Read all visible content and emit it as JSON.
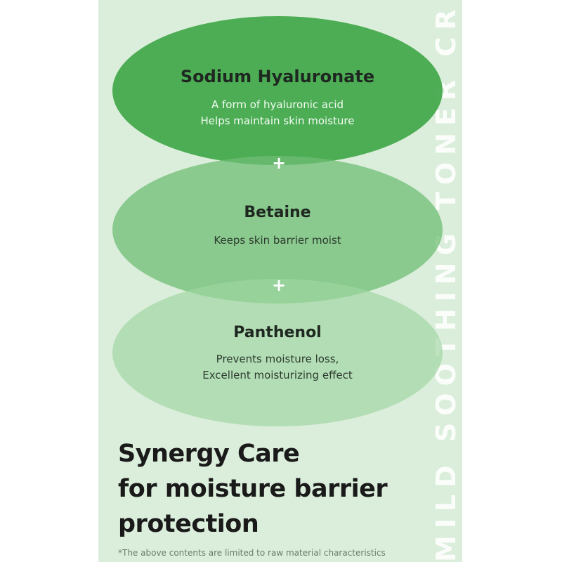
{
  "side_text": "MILD SOOTHING TONER CREAM OF SOOTHING TONER",
  "ingredients": [
    {
      "name": "Sodium Hyaluronate",
      "desc1": "A form of hyaluronic acid",
      "desc2": "Helps maintain skin moisture"
    },
    {
      "name": "Betaine",
      "desc1": "Keeps skin barrier moist"
    },
    {
      "name": "Panthenol",
      "desc1": "Prevents moisture loss,",
      "desc2": "Excellent moisturizing effect"
    }
  ],
  "plus_symbol": "+",
  "headline": {
    "line1": "Synergy Care",
    "line2": "for moisture barrier",
    "line3": "protection"
  },
  "footnote": "*The above contents are limited to raw material characteristics",
  "colors": {
    "panel_bg": "#dbeedb",
    "ellipse_1": "#46a94e",
    "ellipse_2": "#6fbe74",
    "ellipse_3": "#9ed5a1",
    "headline": "#1a1a1a"
  }
}
